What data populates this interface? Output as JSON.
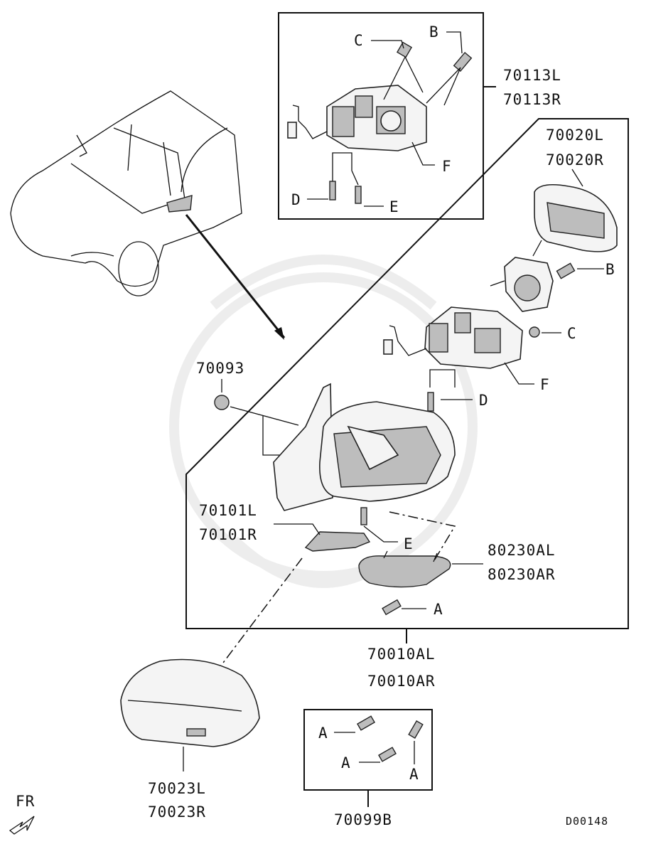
{
  "labels": {
    "mirror_actuator_l": "70113L",
    "mirror_actuator_r": "70113R",
    "mirror_glass_l": "70020L",
    "mirror_glass_r": "70020R",
    "nut": "70093",
    "base_cover_l": "70101L",
    "base_cover_r": "70101R",
    "turn_lamp_l": "80230AL",
    "turn_lamp_r": "80230AR",
    "mirror_assy_l": "70010AL",
    "mirror_assy_r": "70010AR",
    "mirror_cover_l": "70023L",
    "mirror_cover_r": "70023R",
    "screw_set": "70099B",
    "diagram_code": "D00148",
    "front_indicator": "FR"
  },
  "callouts": {
    "a": "A",
    "b": "B",
    "c": "C",
    "d": "D",
    "e": "E",
    "f": "F"
  }
}
